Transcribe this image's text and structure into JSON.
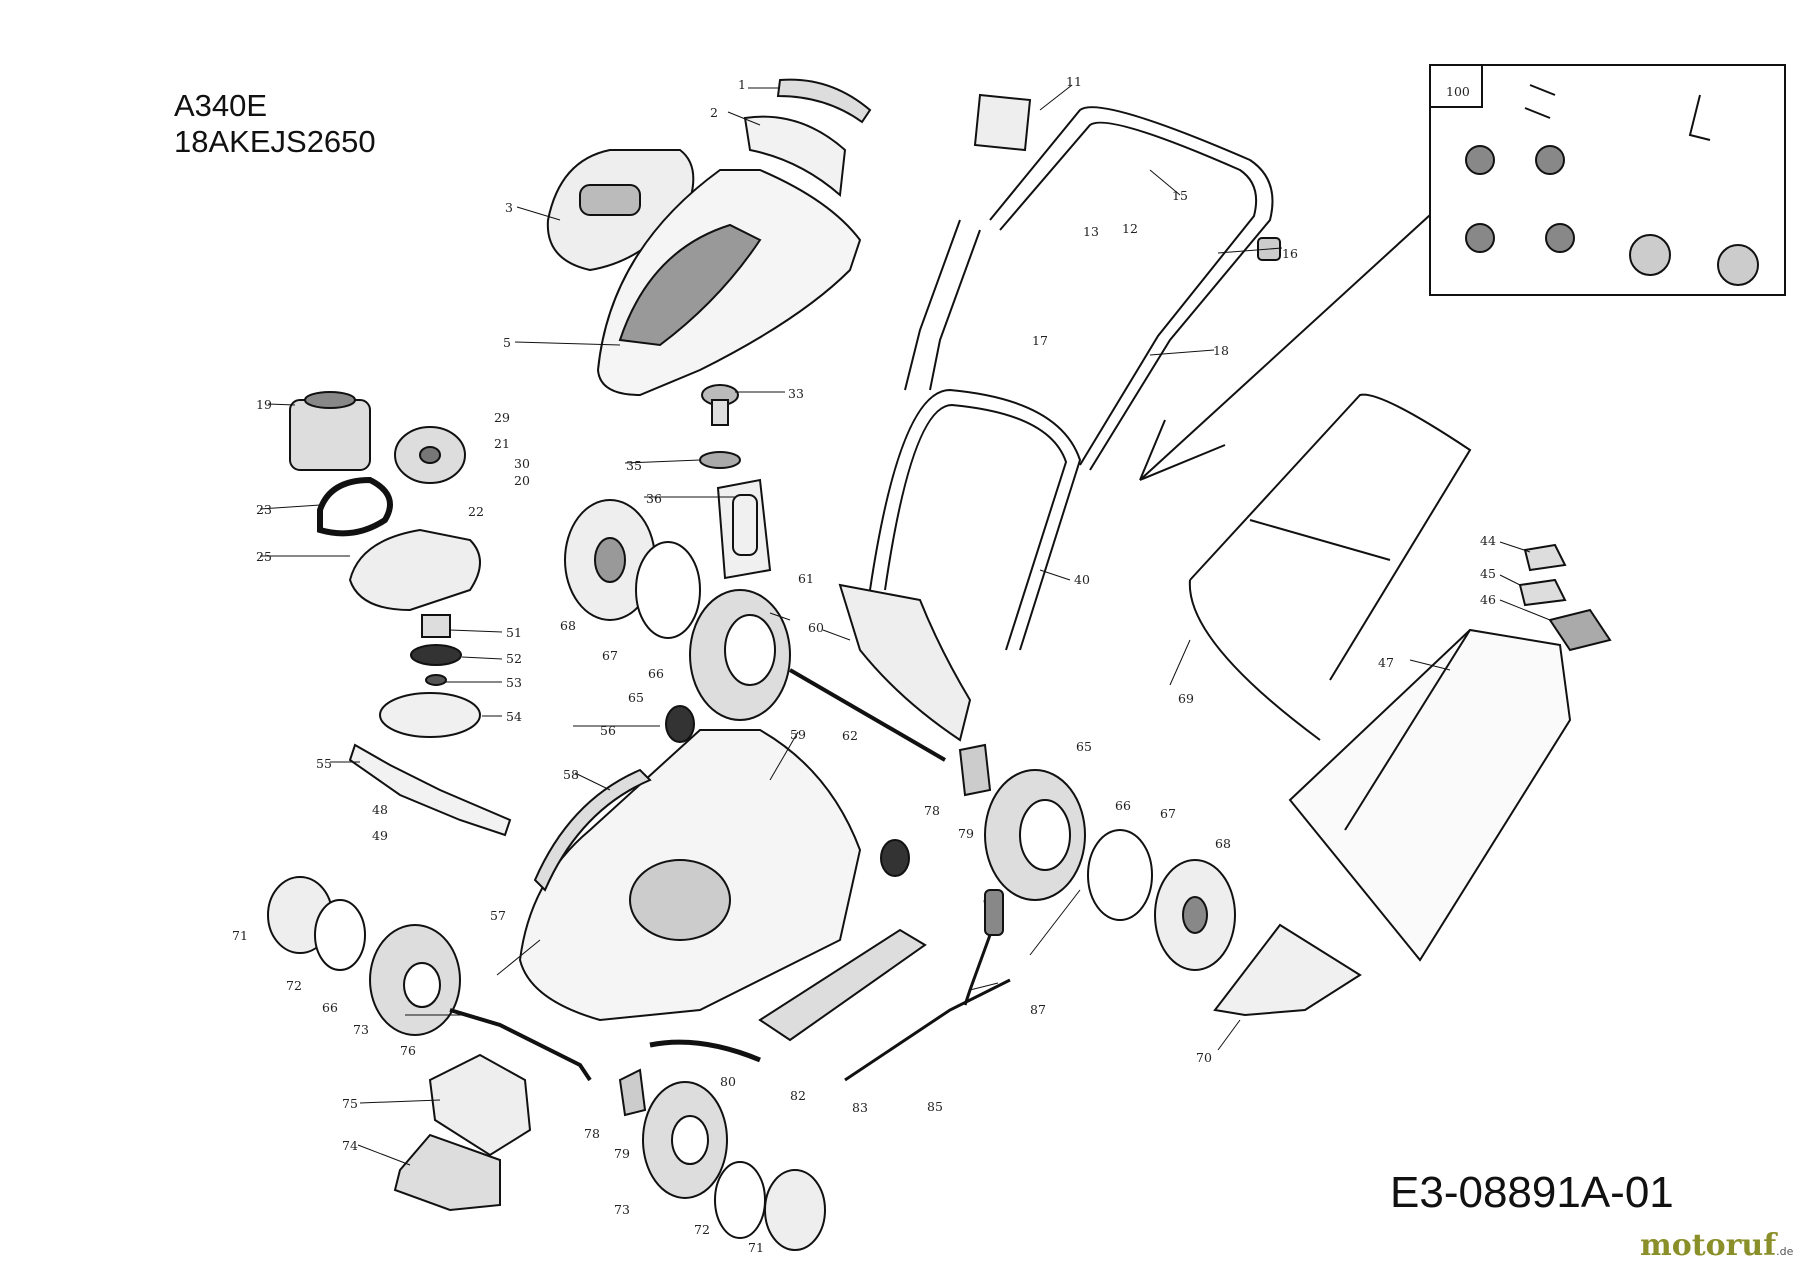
{
  "header": {
    "model": "A340E",
    "serial": "18AKEJS2650"
  },
  "footer": {
    "code": "E3-08891A-01",
    "logo_main": "motoruf",
    "logo_tld": ".de"
  },
  "inset": {
    "label": "100"
  },
  "part_labels": [
    "1",
    "2",
    "3",
    "5",
    "11",
    "12",
    "13",
    "15",
    "16",
    "17",
    "18",
    "19",
    "20",
    "21",
    "22",
    "23",
    "25",
    "29",
    "30",
    "33",
    "35",
    "36",
    "40",
    "44",
    "45",
    "46",
    "47",
    "48",
    "49",
    "51",
    "52",
    "53",
    "54",
    "55",
    "56",
    "57",
    "58",
    "59",
    "60",
    "61",
    "62",
    "65",
    "65",
    "66",
    "66",
    "66",
    "67",
    "67",
    "68",
    "68",
    "69",
    "70",
    "71",
    "71",
    "72",
    "72",
    "73",
    "73",
    "74",
    "75",
    "76",
    "78",
    "78",
    "79",
    "79",
    "80",
    "82",
    "83",
    "85",
    "87"
  ]
}
